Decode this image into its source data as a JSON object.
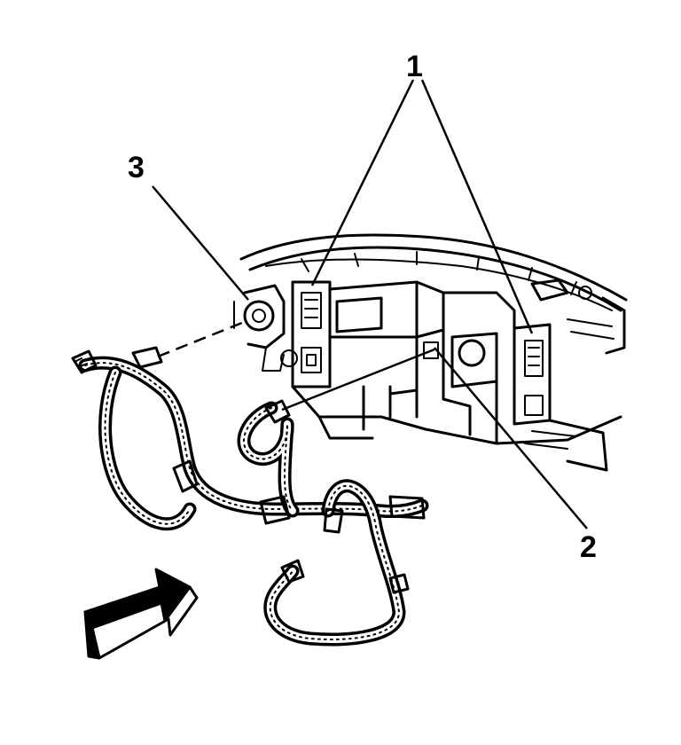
{
  "callouts": [
    {
      "id": "1",
      "label": "1"
    },
    {
      "id": "2",
      "label": "2"
    },
    {
      "id": "3",
      "label": "3"
    }
  ],
  "colors": {
    "ink": "#000000",
    "paper": "#ffffff",
    "arrow_fill": "#000000"
  },
  "icons": {
    "direction_arrow": "forward-arrow-icon"
  }
}
